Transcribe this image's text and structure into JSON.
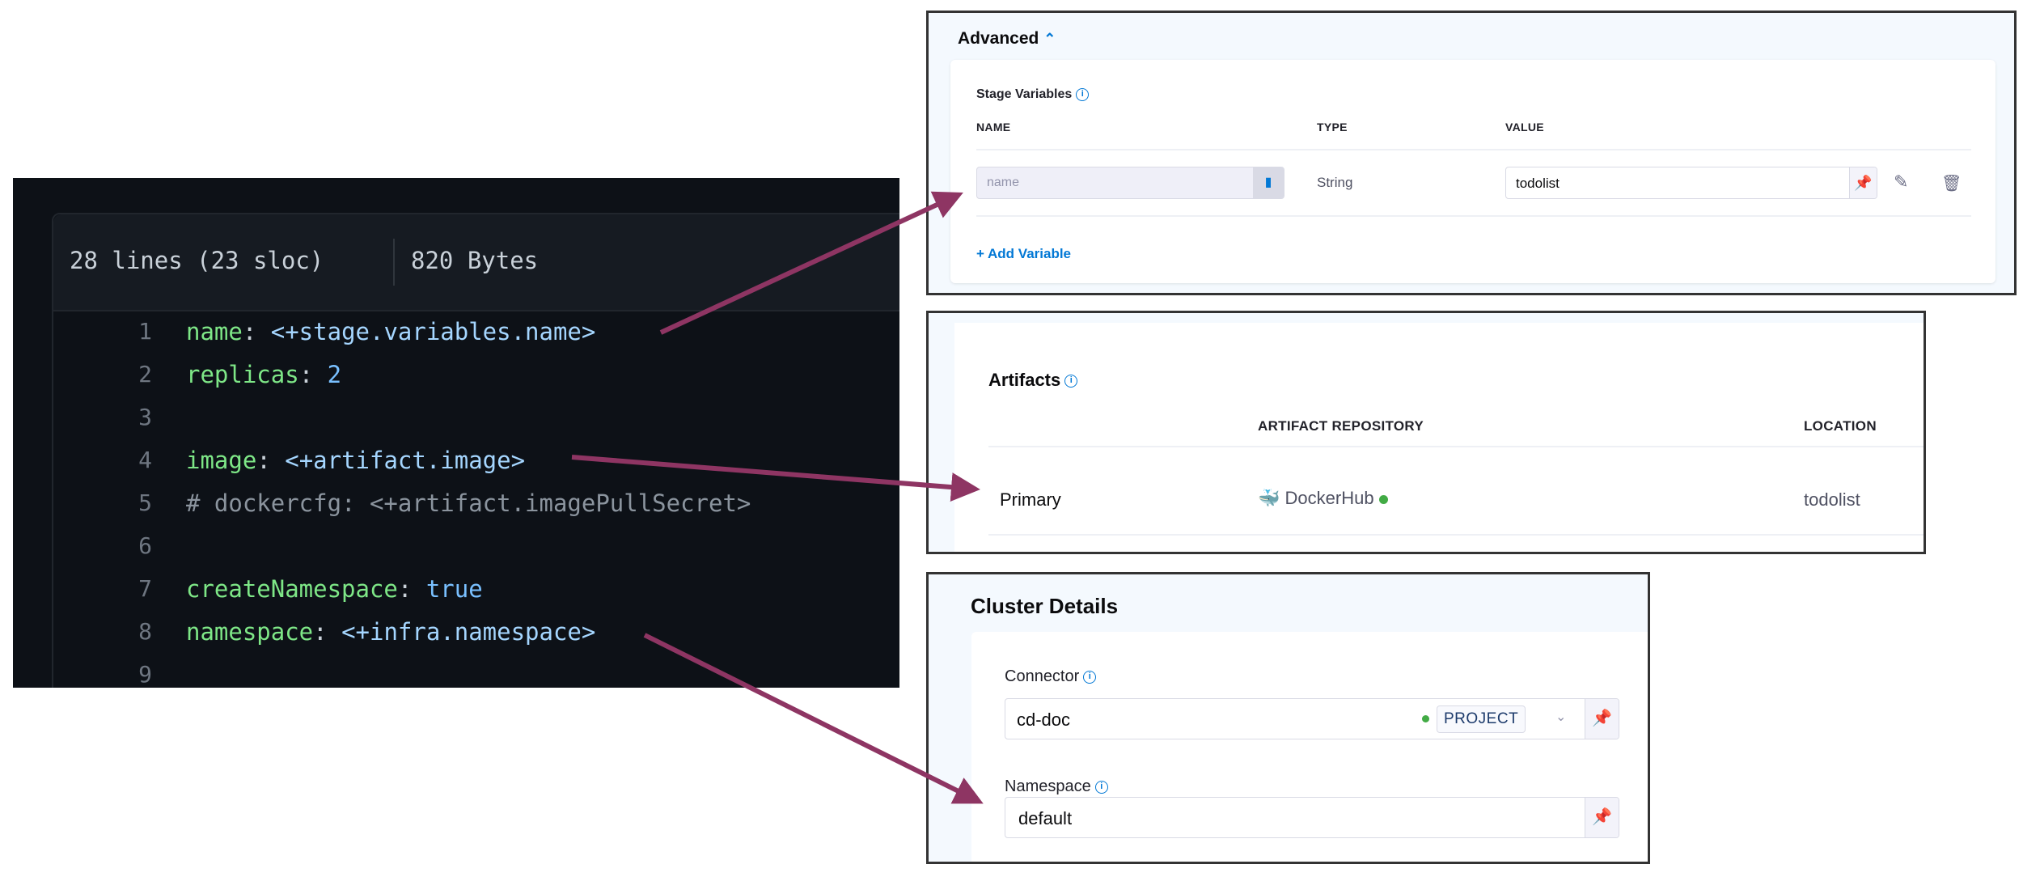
{
  "code_view": {
    "lines_info": "28 lines (23 sloc)",
    "size_info": "820 Bytes",
    "lines": [
      {
        "num": "1",
        "key": "name",
        "value": "<+stage.variables.name>",
        "kind": "expr"
      },
      {
        "num": "2",
        "key": "replicas",
        "value": "2",
        "kind": "number"
      },
      {
        "num": "3",
        "key": "",
        "value": "",
        "kind": "blank"
      },
      {
        "num": "4",
        "key": "image",
        "value": "<+artifact.image>",
        "kind": "expr"
      },
      {
        "num": "5",
        "key": "",
        "value": "# dockercfg: <+artifact.imagePullSecret>",
        "kind": "comment"
      },
      {
        "num": "6",
        "key": "",
        "value": "",
        "kind": "blank"
      },
      {
        "num": "7",
        "key": "createNamespace",
        "value": "true",
        "kind": "bool"
      },
      {
        "num": "8",
        "key": "namespace",
        "value": "<+infra.namespace>",
        "kind": "expr"
      },
      {
        "num": "9",
        "key": "",
        "value": "",
        "kind": "blank"
      }
    ]
  },
  "advanced": {
    "title": "Advanced",
    "section": "Stage Variables",
    "columns": [
      "NAME",
      "TYPE",
      "VALUE"
    ],
    "row": {
      "name_placeholder": "name",
      "type": "String",
      "value": "todolist"
    },
    "add_label": "+ Add Variable"
  },
  "artifacts": {
    "title": "Artifacts",
    "columns": [
      "ARTIFACT REPOSITORY",
      "LOCATION"
    ],
    "row": {
      "name": "Primary",
      "repository": "DockerHub",
      "location": "todolist",
      "status_color": "#42ab45"
    }
  },
  "cluster": {
    "title": "Cluster Details",
    "connector_label": "Connector",
    "connector_value": "cd-doc",
    "connector_scope": "PROJECT",
    "namespace_label": "Namespace",
    "namespace_value": "default"
  },
  "colors": {
    "arrow": "#8e3563",
    "accent": "#0278d5"
  }
}
